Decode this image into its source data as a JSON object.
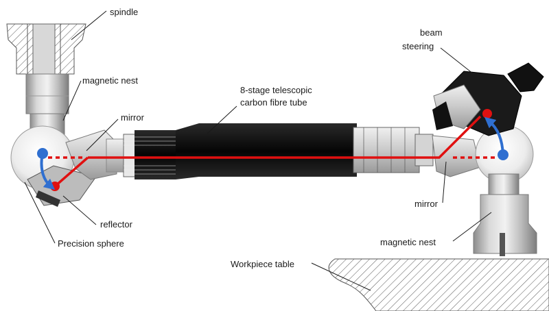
{
  "labels": {
    "spindle": "spindle",
    "magnetic_nest_top": "magnetic nest",
    "mirror_top": "mirror",
    "tube_line1": "8-stage telescopic",
    "tube_line2": "carbon fibre tube",
    "beam_steering_line1": "beam",
    "beam_steering_line2": "steering",
    "reflector": "reflector",
    "precision_sphere": "Precision sphere",
    "mirror_bottom": "mirror",
    "magnetic_nest_bottom": "magnetic nest",
    "workpiece_table": "Workpiece table"
  },
  "colors": {
    "laser_beam": "#e01010",
    "rotation_arrow": "#2f6fd0",
    "tube": "#111111",
    "hatch": "#555555"
  },
  "icons": {
    "rotation_left": "curved-arrow-icon",
    "rotation_right": "curved-arrow-icon"
  }
}
